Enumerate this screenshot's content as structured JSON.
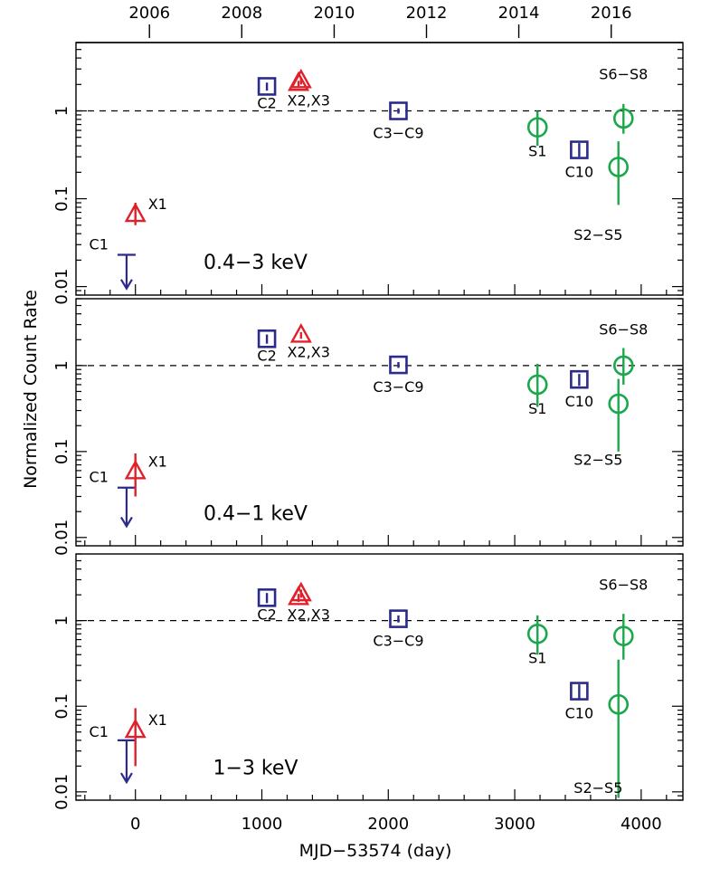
{
  "chart_data": {
    "type": "scatter",
    "xlabel": "MJD−53574 (day)",
    "ylabel": "Normalized Count Rate",
    "xlim": [
      -470,
      4330
    ],
    "ylim": [
      0.008,
      6
    ],
    "y_scale": "log",
    "reference_line": 1,
    "x_ticks": [
      0,
      1000,
      2000,
      3000,
      4000
    ],
    "y_ticks": [
      {
        "v": 0.01,
        "label": "0.01"
      },
      {
        "v": 0.1,
        "label": "0.1"
      },
      {
        "v": 1,
        "label": "1"
      }
    ],
    "top_axis_ticks": [
      {
        "label": "2006",
        "x": 111
      },
      {
        "label": "2008",
        "x": 841
      },
      {
        "label": "2010",
        "x": 1572
      },
      {
        "label": "2012",
        "x": 2302
      },
      {
        "label": "2014",
        "x": 3032
      },
      {
        "label": "2016",
        "x": 3763
      }
    ],
    "series_colors": {
      "chandra": "#2b2b8c",
      "xmm": "#e0202a",
      "swift": "#1aa84a"
    },
    "panels": [
      {
        "band": "0.4−3 keV",
        "points": [
          {
            "kind": "upper_limit",
            "series": "chandra",
            "x": -70,
            "y": 0.023,
            "ybot": 0.0095,
            "label": "C1"
          },
          {
            "kind": "triangle",
            "series": "xmm",
            "x": 0,
            "y": 0.066,
            "ylo": 0.05,
            "yhi": 0.09,
            "label": "X1"
          },
          {
            "kind": "square",
            "series": "chandra",
            "x": 1040,
            "y": 1.9,
            "ylo": 1.7,
            "yhi": 2.1,
            "label": "C2"
          },
          {
            "kind": "triangle",
            "series": "xmm",
            "x": 1290,
            "y": 2.05,
            "ylo": 1.9,
            "yhi": 2.2,
            "label": "X2,X3"
          },
          {
            "kind": "triangle",
            "series": "xmm",
            "x": 1310,
            "y": 2.2,
            "ylo": 2.0,
            "yhi": 2.4,
            "label": ""
          },
          {
            "kind": "square",
            "series": "chandra",
            "x": 2080,
            "y": 1.0,
            "ylo": 0.93,
            "yhi": 1.07,
            "label": "C3−C9"
          },
          {
            "kind": "circle",
            "series": "swift",
            "x": 3180,
            "y": 0.65,
            "ylo": 0.4,
            "yhi": 1.0,
            "label": "S1"
          },
          {
            "kind": "square",
            "series": "chandra",
            "x": 3510,
            "y": 0.36,
            "ylo": 0.3,
            "yhi": 0.43,
            "label": "C10"
          },
          {
            "kind": "circle",
            "series": "swift",
            "x": 3820,
            "y": 0.23,
            "ylo": 0.085,
            "yhi": 0.45,
            "label": "S2−S5"
          },
          {
            "kind": "circle",
            "series": "swift",
            "x": 3860,
            "y": 0.82,
            "ylo": 0.55,
            "yhi": 1.2,
            "label": "S6−S8"
          }
        ]
      },
      {
        "band": "0.4−1 keV",
        "points": [
          {
            "kind": "upper_limit",
            "series": "chandra",
            "x": -70,
            "y": 0.038,
            "ybot": 0.0135,
            "label": "C1"
          },
          {
            "kind": "triangle",
            "series": "xmm",
            "x": 0,
            "y": 0.058,
            "ylo": 0.03,
            "yhi": 0.095,
            "label": "X1"
          },
          {
            "kind": "square",
            "series": "chandra",
            "x": 1040,
            "y": 2.05,
            "ylo": 1.8,
            "yhi": 2.3,
            "label": "C2"
          },
          {
            "kind": "triangle",
            "series": "xmm",
            "x": 1310,
            "y": 2.25,
            "ylo": 2.05,
            "yhi": 2.45,
            "label": "X2,X3"
          },
          {
            "kind": "square",
            "series": "chandra",
            "x": 2080,
            "y": 1.02,
            "ylo": 0.94,
            "yhi": 1.1,
            "label": "C3−C9"
          },
          {
            "kind": "circle",
            "series": "swift",
            "x": 3180,
            "y": 0.6,
            "ylo": 0.33,
            "yhi": 1.05,
            "label": "S1"
          },
          {
            "kind": "square",
            "series": "chandra",
            "x": 3510,
            "y": 0.69,
            "ylo": 0.58,
            "yhi": 0.8,
            "label": "C10"
          },
          {
            "kind": "circle",
            "series": "swift",
            "x": 3820,
            "y": 0.36,
            "ylo": 0.1,
            "yhi": 0.7,
            "label": "S2−S5"
          },
          {
            "kind": "circle",
            "series": "swift",
            "x": 3860,
            "y": 1.0,
            "ylo": 0.6,
            "yhi": 1.6,
            "label": "S6−S8"
          }
        ]
      },
      {
        "band": "1−3 keV",
        "points": [
          {
            "kind": "upper_limit",
            "series": "chandra",
            "x": -70,
            "y": 0.04,
            "ybot": 0.013,
            "label": "C1"
          },
          {
            "kind": "triangle",
            "series": "xmm",
            "x": 0,
            "y": 0.052,
            "ylo": 0.02,
            "yhi": 0.095,
            "label": "X1"
          },
          {
            "kind": "square",
            "series": "chandra",
            "x": 1040,
            "y": 1.85,
            "ylo": 1.6,
            "yhi": 2.1,
            "label": "C2"
          },
          {
            "kind": "triangle",
            "series": "xmm",
            "x": 1290,
            "y": 1.85,
            "ylo": 1.65,
            "yhi": 2.05,
            "label": "X2,X3"
          },
          {
            "kind": "triangle",
            "series": "xmm",
            "x": 1310,
            "y": 2.05,
            "ylo": 1.85,
            "yhi": 2.3,
            "label": ""
          },
          {
            "kind": "square",
            "series": "chandra",
            "x": 2080,
            "y": 1.05,
            "ylo": 0.95,
            "yhi": 1.15,
            "label": "C3−C9"
          },
          {
            "kind": "circle",
            "series": "swift",
            "x": 3180,
            "y": 0.7,
            "ylo": 0.4,
            "yhi": 1.15,
            "label": "S1"
          },
          {
            "kind": "square",
            "series": "chandra",
            "x": 3510,
            "y": 0.15,
            "ylo": 0.12,
            "yhi": 0.18,
            "label": "C10"
          },
          {
            "kind": "circle",
            "series": "swift",
            "x": 3820,
            "y": 0.105,
            "ylo": 0.0085,
            "yhi": 0.35,
            "label": "S2−S5"
          },
          {
            "kind": "circle",
            "series": "swift",
            "x": 3860,
            "y": 0.66,
            "ylo": 0.35,
            "yhi": 1.2,
            "label": "S6−S8"
          }
        ]
      }
    ]
  }
}
